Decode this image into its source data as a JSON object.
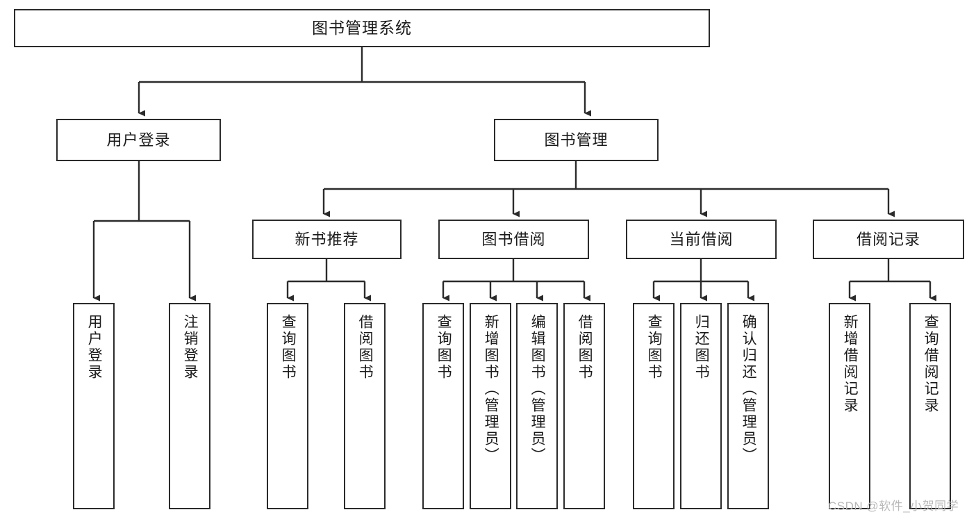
{
  "diagram": {
    "title": "图书管理系统",
    "type": "tree-hierarchy-chart",
    "stroke_color": "#2b2b2b",
    "fill_color": "#ffffff",
    "text_color": "#1a1a1a"
  },
  "root": {
    "label": "图书管理系统"
  },
  "level2": [
    {
      "label": "用户登录"
    },
    {
      "label": "图书管理"
    }
  ],
  "level3": [
    {
      "label": "新书推荐"
    },
    {
      "label": "图书借阅"
    },
    {
      "label": "当前借阅"
    },
    {
      "label": "借阅记录"
    }
  ],
  "leaves": {
    "user_login": [
      {
        "label": "用户登录"
      },
      {
        "label": "注销登录"
      }
    ],
    "new_book": [
      {
        "label": "查询图书"
      },
      {
        "label": "借阅图书"
      }
    ],
    "book_borrow": [
      {
        "label": "查询图书"
      },
      {
        "label": "新增图书（管理员）"
      },
      {
        "label": "编辑图书（管理员）"
      },
      {
        "label": "借阅图书"
      }
    ],
    "current_borrow": [
      {
        "label": "查询图书"
      },
      {
        "label": "归还图书"
      },
      {
        "label": "确认归还（管理员）"
      }
    ],
    "borrow_record": [
      {
        "label": "新增借阅记录"
      },
      {
        "label": "查询借阅记录"
      }
    ]
  },
  "watermark": {
    "text": "CSDN @软件_小贺同学"
  }
}
